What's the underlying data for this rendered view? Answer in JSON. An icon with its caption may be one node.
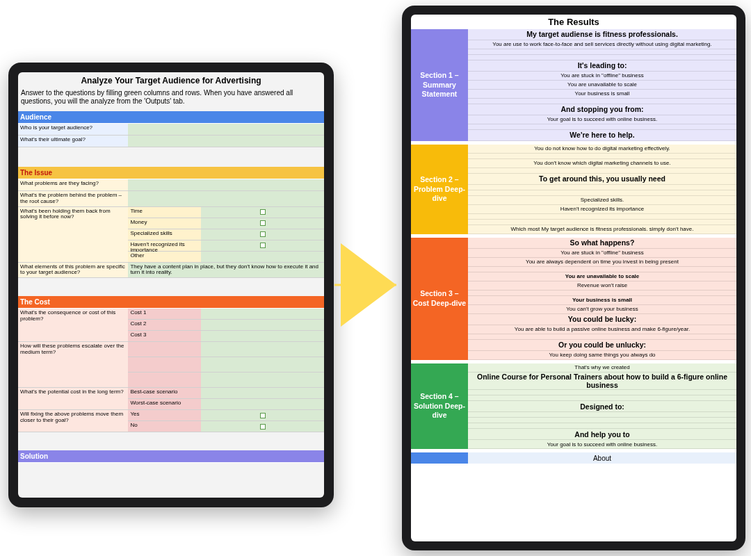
{
  "diagram": {
    "nodes": [
      {
        "text": [
          "Analyze Your Target Audience for Advertising",
          "Answer to the questions by filling green columns and rows. When you have answered all questions, you will the analyze from the 'Outputs' tab."
        ]
      },
      {
        "text": [
          "Audience"
        ],
        "in": 0
      },
      {
        "text": [
          "The Issue"
        ],
        "in": 0
      },
      {
        "text": [
          "The Cost"
        ],
        "in": 0
      },
      {
        "text": [
          "Solution"
        ],
        "in": 0
      },
      {
        "text": [
          "The Results"
        ]
      },
      {
        "text": [
          "Section 1 – Summary Statement"
        ],
        "in": 5
      },
      {
        "text": [
          "Section 2 – Problem Deep-dive"
        ],
        "in": 5
      },
      {
        "text": [
          "Section 3 – Cost Deep-dive"
        ],
        "in": 5
      },
      {
        "text": [
          "Section 4 – Solution Deep-dive"
        ],
        "in": 5
      }
    ],
    "edges": [
      {
        "from": 0,
        "to": 5,
        "arrow": "to"
      }
    ],
    "labels": [
      "Who is your target audience?",
      "What's their ultimate goal?",
      "What problems are they facing?",
      "What's the problem behind the problem – the root cause?",
      "What's been holding them back from solving it before now?",
      "Time",
      "Money",
      "Specialized skills",
      "Haven't recognized its importance",
      "Other",
      "What elements of this problem are specific to your target audience?",
      "They have a content plan in place, but they don't know how to execute it and turn it into reality.",
      "What's the consequence or cost of this problem?",
      "Cost 1",
      "Cost 2",
      "Cost 3",
      "How will these problems escalate over the medium term?",
      "What's the potential cost in the long term?",
      "Best-case scenario",
      "Worst-case scenario",
      "Will fixing the above problems move them closer to their goal?",
      "Yes",
      "No",
      "My target audiense is fitness professionals.",
      "You are use to work face-to-face and sell services directly without using digital marketing.",
      "It's leading to:",
      "You are stuck in \"offline\" business",
      "You are unavailable to scale",
      "Your business is small",
      "And stopping you from:",
      "Your goal is to succeed with online business.",
      "We're here to help.",
      "You do not know how to do digital marketing effectively.",
      "You don't know which digital marketing channels to use.",
      "To get around this, you usually need",
      "Specialized skills.",
      "Haven't recognized its importance",
      "Which most My target audience is fitness professionals. simply don't have.",
      "So what happens?",
      "You are stuck in \"offline\" business",
      "You are always dependent on time you invest in being present",
      "You are unavailable to scale",
      "Revenue won't raise",
      "Your business is small",
      "You can't grow your business",
      "You could be lucky:",
      "You are able to build a passive online business and make 6-figure/year.",
      "Or you could be unlucky:",
      "You keep doing same things you always do",
      "That's why we created",
      "Online Course for Personal Trainers about how to build a 6-figure online business",
      "Designed to:",
      "And help you to",
      "Your goal is to succeed with online business.",
      "About"
    ]
  }
}
